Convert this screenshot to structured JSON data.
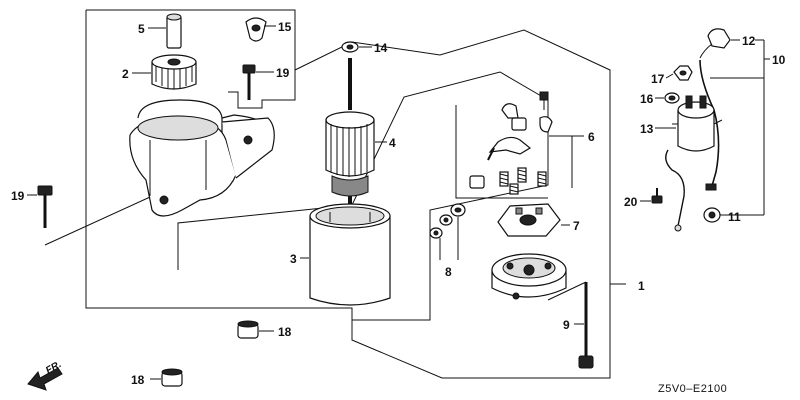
{
  "diagram": {
    "code": "Z5V0–E2100",
    "direction_marker": "FR.",
    "labels": {
      "p1": "1",
      "p2": "2",
      "p3": "3",
      "p4": "4",
      "p5": "5",
      "p6": "6",
      "p7": "7",
      "p8": "8",
      "p9": "9",
      "p10": "10",
      "p11": "11",
      "p12": "12",
      "p13": "13",
      "p14": "14",
      "p15": "15",
      "p16": "16",
      "p17": "17",
      "p18a": "18",
      "p18b": "18",
      "p19a": "19",
      "p19b": "19",
      "p20": "20"
    }
  }
}
